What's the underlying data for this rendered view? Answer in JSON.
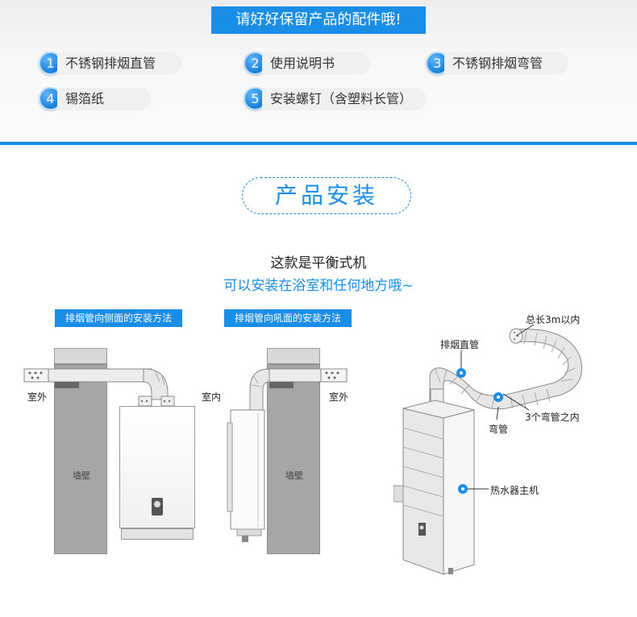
{
  "banner": "请好好保留产品的配件哦!",
  "accessories": [
    {
      "num": "1",
      "label": "不锈钢排烟直管"
    },
    {
      "num": "2",
      "label": "使用说明书"
    },
    {
      "num": "3",
      "label": "不锈钢排烟弯管"
    },
    {
      "num": "4",
      "label": "锡箔纸"
    },
    {
      "num": "5",
      "label": "安装螺钉（含塑料长管）"
    }
  ],
  "section_title": "产品安装",
  "subtitle_1": "这款是平衡式机",
  "subtitle_2": "可以安装在浴室和任何地方哦~",
  "diagrams": [
    {
      "tag": "排烟管向侧面的安装方法",
      "outside": "室外",
      "wall": "墙壁"
    },
    {
      "tag": "排烟管向吼面的安装方法",
      "inside": "室内",
      "outside": "室外",
      "wall": "墙壁"
    }
  ],
  "callouts": {
    "total_length": "总长3m以内",
    "straight_pipe": "排烟直管",
    "elbows": "3个弯管之内",
    "elbow": "弯管",
    "main_unit": "热水器主机"
  },
  "colors": {
    "accent": "#1a8de6",
    "wall": "#a6a6a6"
  }
}
